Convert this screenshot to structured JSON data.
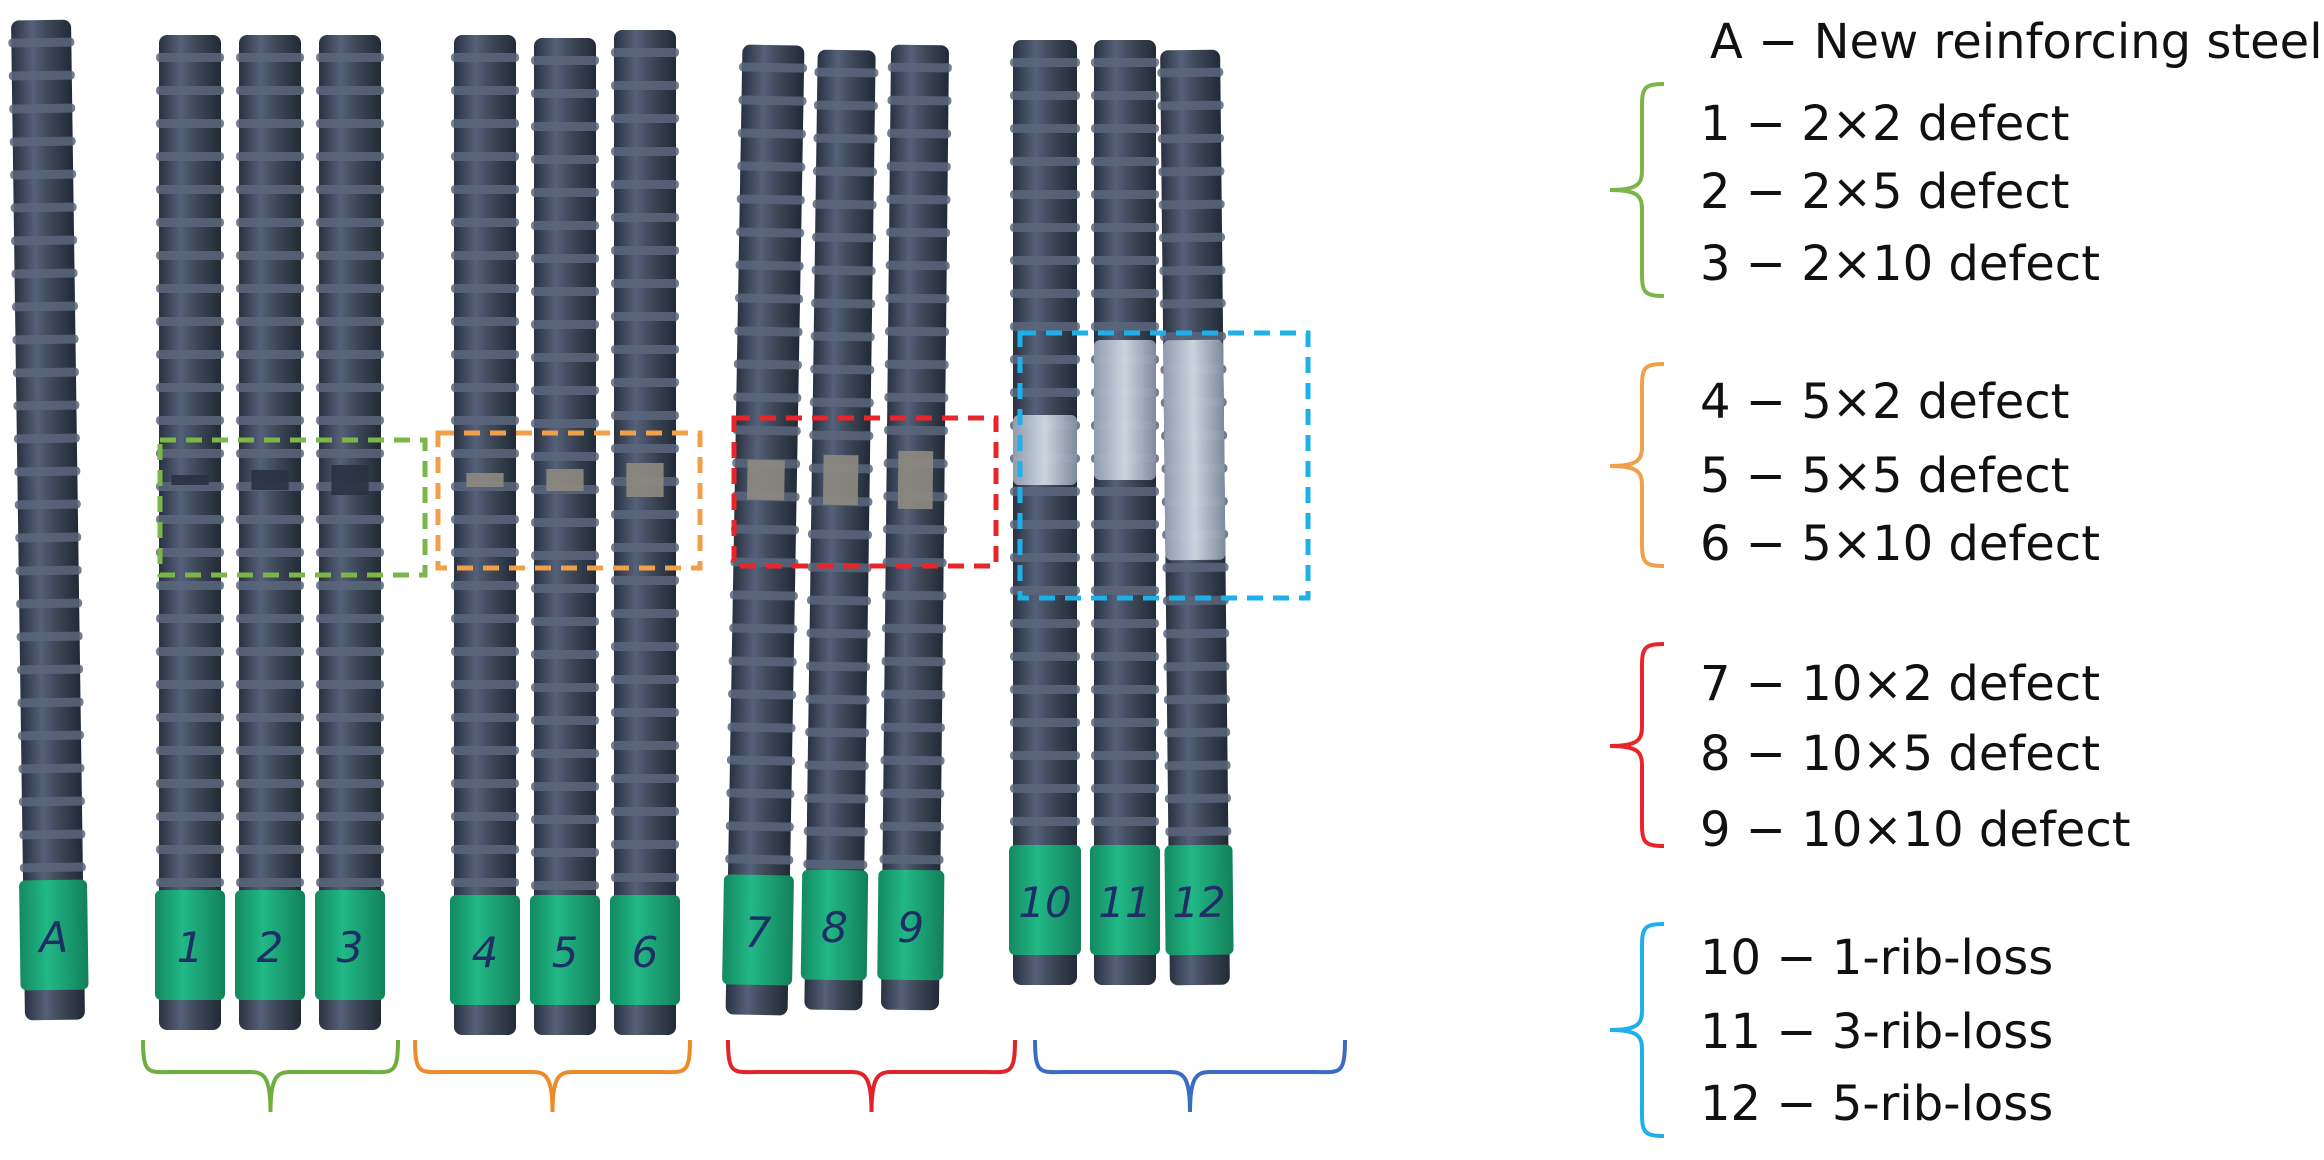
{
  "colors": {
    "group_1": "#7ab648",
    "group_2": "#f0a04a",
    "group_3": "#e8252a",
    "group_4": "#1fb0ea",
    "bottom_brace_1": "#6fae3f",
    "bottom_brace_2": "#ef8a2c",
    "bottom_brace_3": "#e22328",
    "bottom_brace_4": "#3b6cc4",
    "rebar": "#3e4858",
    "tag": "#1aa879",
    "tag_text": "#1f2f66"
  },
  "rebar_labels": [
    "A",
    "1",
    "2",
    "3",
    "4",
    "5",
    "6",
    "7",
    "8",
    "9",
    "10",
    "11",
    "12"
  ],
  "legend": {
    "header": "A − New reinforcing steel",
    "groups": [
      {
        "color_key": "group_1",
        "items": [
          "1 − 2×2 defect",
          "2 − 2×5 defect",
          "3 − 2×10 defect"
        ]
      },
      {
        "color_key": "group_2",
        "items": [
          "4 − 5×2 defect",
          "5 − 5×5 defect",
          "6 − 5×10 defect"
        ]
      },
      {
        "color_key": "group_3",
        "items": [
          "7 − 10×2 defect",
          "8 − 10×5 defect",
          "9 − 10×10 defect"
        ]
      },
      {
        "color_key": "group_4",
        "items": [
          "10 − 1-rib-loss",
          "11 − 3-rib-loss",
          "12 − 5-rib-loss"
        ]
      }
    ]
  }
}
